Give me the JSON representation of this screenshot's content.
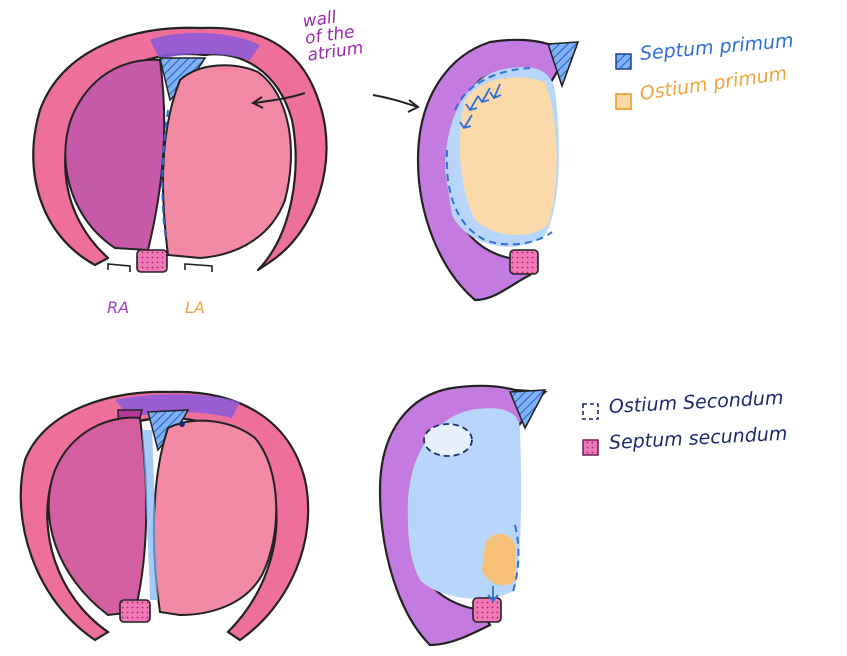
{
  "annotations": {
    "wall_line1": "wall",
    "wall_line2": "of the",
    "wall_line3": "atrium",
    "ra": "RA",
    "la": "LA"
  },
  "legend_top": {
    "septum_primum": "Septum primum",
    "ostium_primum": "Ostium primum"
  },
  "legend_bottom": {
    "ostium_secundum": "Ostium Secondum",
    "septum_secundum": "Septum secundum"
  },
  "colors": {
    "septum_primum": "#2f6fd6",
    "ostium_primum": "#f2a33a",
    "ostium_secundum": "#1e2a6e",
    "septum_secundum": "#e0408a",
    "wall_label": "#9a2bb0",
    "ra_label": "#a040c0",
    "la_label": "#f2a33a"
  }
}
